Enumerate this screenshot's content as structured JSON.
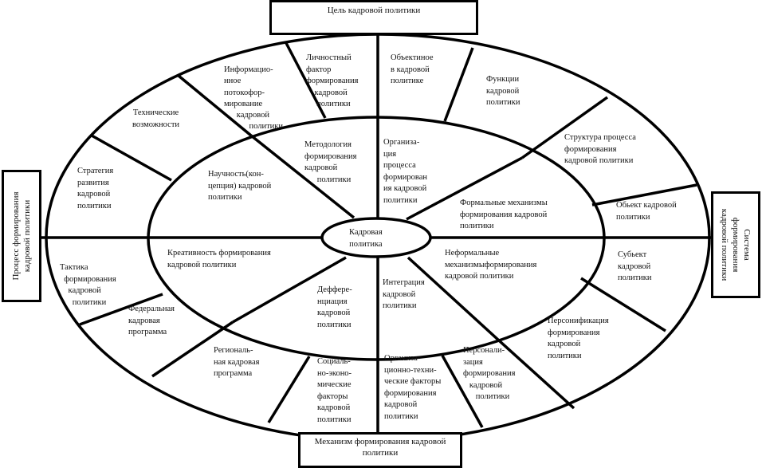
{
  "title": "Кадровая политика",
  "outer_boxes": {
    "top": "Цель кадровой политики",
    "bottom": "Механизм формирования кадровой\nполитики",
    "left": "Процесс формирования\nкадровой политики",
    "right": "Система\nформирования\nкадровой политики"
  },
  "center": "Кадровая\nполитика",
  "inner_ring": [
    "Научность(кон-\nцепция) кадровой\nполитики",
    "Методология\nформирования\nкадровой\n      политики",
    "Организа-\nция\nпроцесса\nформирован\nия кадровой\nполитики",
    "Формальные механизмы\nформирования кадровой\nполитики",
    "Неформальные\nмеханизмыформирования\nкадровой политики",
    "Интеграция\nкадровой\nполитики",
    "Деффере-\nнциация\nкадровой\nполитики",
    "Креативность формирования\nкадровой политики"
  ],
  "outer_ring": [
    "Технические\nвозможности",
    "Информацио-\nнное\nпотокофор-\nмирование\n      кадровой\n            политики",
    "Личностный\nфактор\nформирования\n    кадровой\n     политики",
    "Объектиное\nв кадровой\nполитике",
    "Функции\nкадровой\nполитики",
    "Структура процесса\nформирования\nкадровой политики",
    "Обьект кадровой\nполитики",
    "Субьект\nкадровой\nполитики",
    "Персонификация\nформирования\nкадровой\nполитики",
    "Персонали-\nзация\nформирования\n   кадровой\n      политики",
    "Организа-\nционно-техни-\nческие факторы\nформирования\nкадровой\nполитики",
    "Социаль-\nно-эконо-\nмические\nфакторы\nкадровой\nполитики",
    "Региональ-\nная кадровая\nпрограмма",
    "Федеральная\nкадровая\nпрограмма",
    "Тактика\n  формирования\n    кадровой\n      политики",
    "Стратегия\nразвития\nкадровой\nполитики"
  ]
}
